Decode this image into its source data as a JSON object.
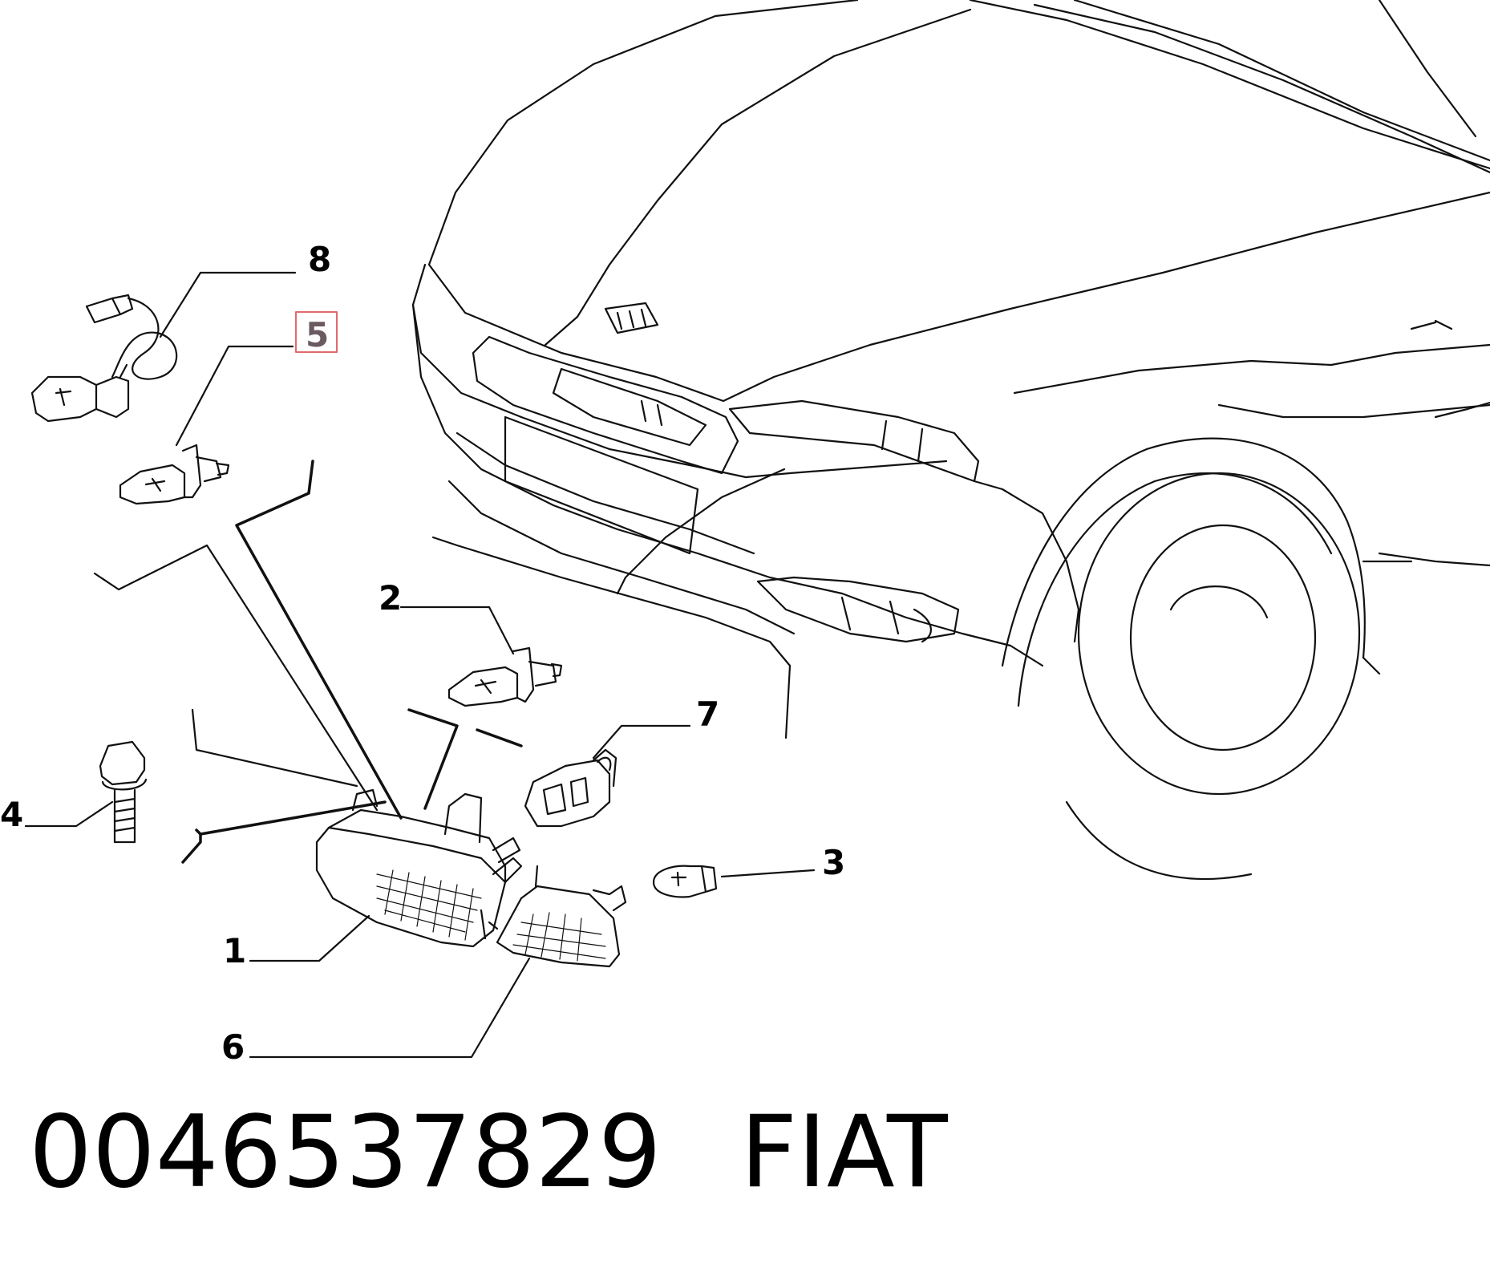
{
  "callouts": {
    "c1": "1",
    "c2": "2",
    "c3": "3",
    "c4": "4",
    "c5": "5",
    "c6": "6",
    "c7": "7",
    "c8": "8"
  },
  "highlighted_callout": "5",
  "highlight_color": "#e06a6a",
  "footer": {
    "part_number": "0046537829",
    "brand": "FIAT"
  }
}
